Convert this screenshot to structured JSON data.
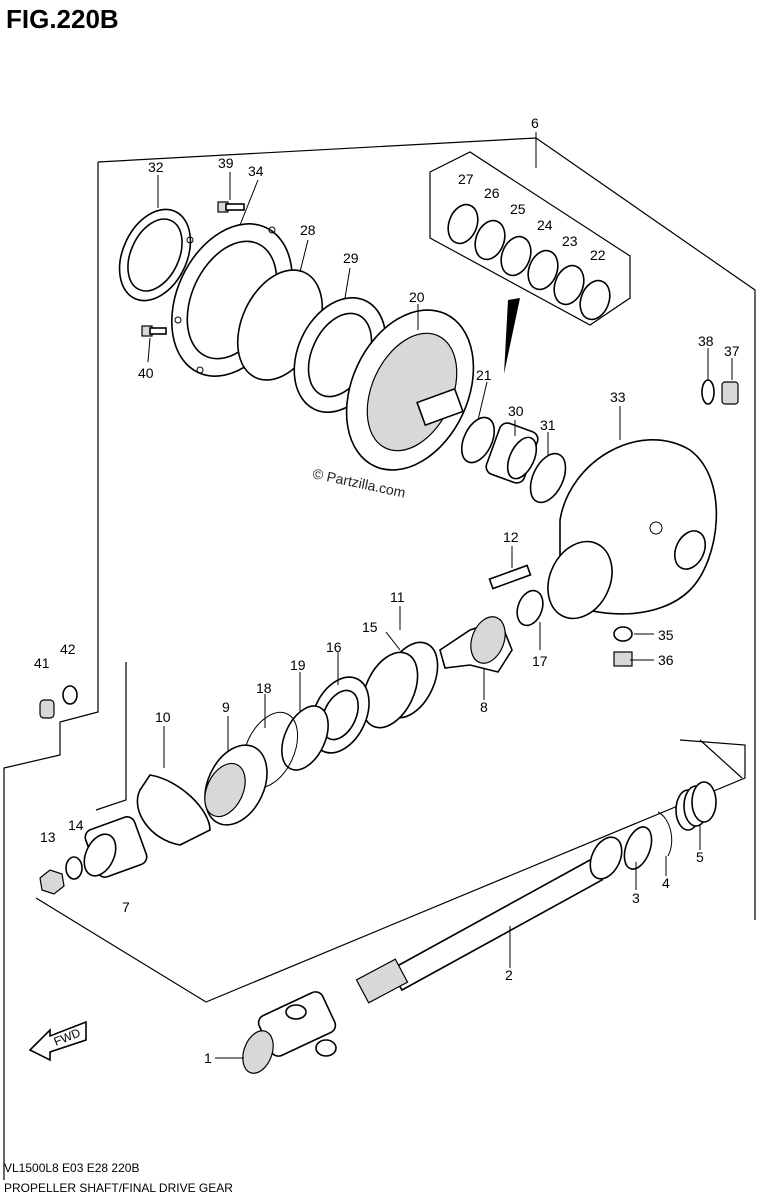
{
  "figure": {
    "title": "FIG.220B",
    "watermark": "© Partzilla.com",
    "footer_code": "VL1500L8 E03 E28 220B",
    "footer_caption": "PROPELLER SHAFT/FINAL DRIVE GEAR",
    "direction_badge": "FWD"
  },
  "callouts": {
    "c1": "1",
    "c2": "2",
    "c3": "3",
    "c4": "4",
    "c5": "5",
    "c6": "6",
    "c7": "7",
    "c8": "8",
    "c9": "9",
    "c10": "10",
    "c11": "11",
    "c12": "12",
    "c13": "13",
    "c14": "14",
    "c15": "15",
    "c16": "16",
    "c17": "17",
    "c18": "18",
    "c19": "19",
    "c20": "20",
    "c21": "21",
    "c22": "22",
    "c23": "23",
    "c24": "24",
    "c25": "25",
    "c26": "26",
    "c27": "27",
    "c28": "28",
    "c29": "29",
    "c30": "30",
    "c31": "31",
    "c32": "32",
    "c33": "33",
    "c34": "34",
    "c35": "35",
    "c36": "36",
    "c37": "37",
    "c38": "38",
    "c39": "39",
    "c40": "40",
    "c41": "41",
    "c42": "42"
  },
  "colors": {
    "ink": "#000000",
    "paper": "#ffffff"
  }
}
